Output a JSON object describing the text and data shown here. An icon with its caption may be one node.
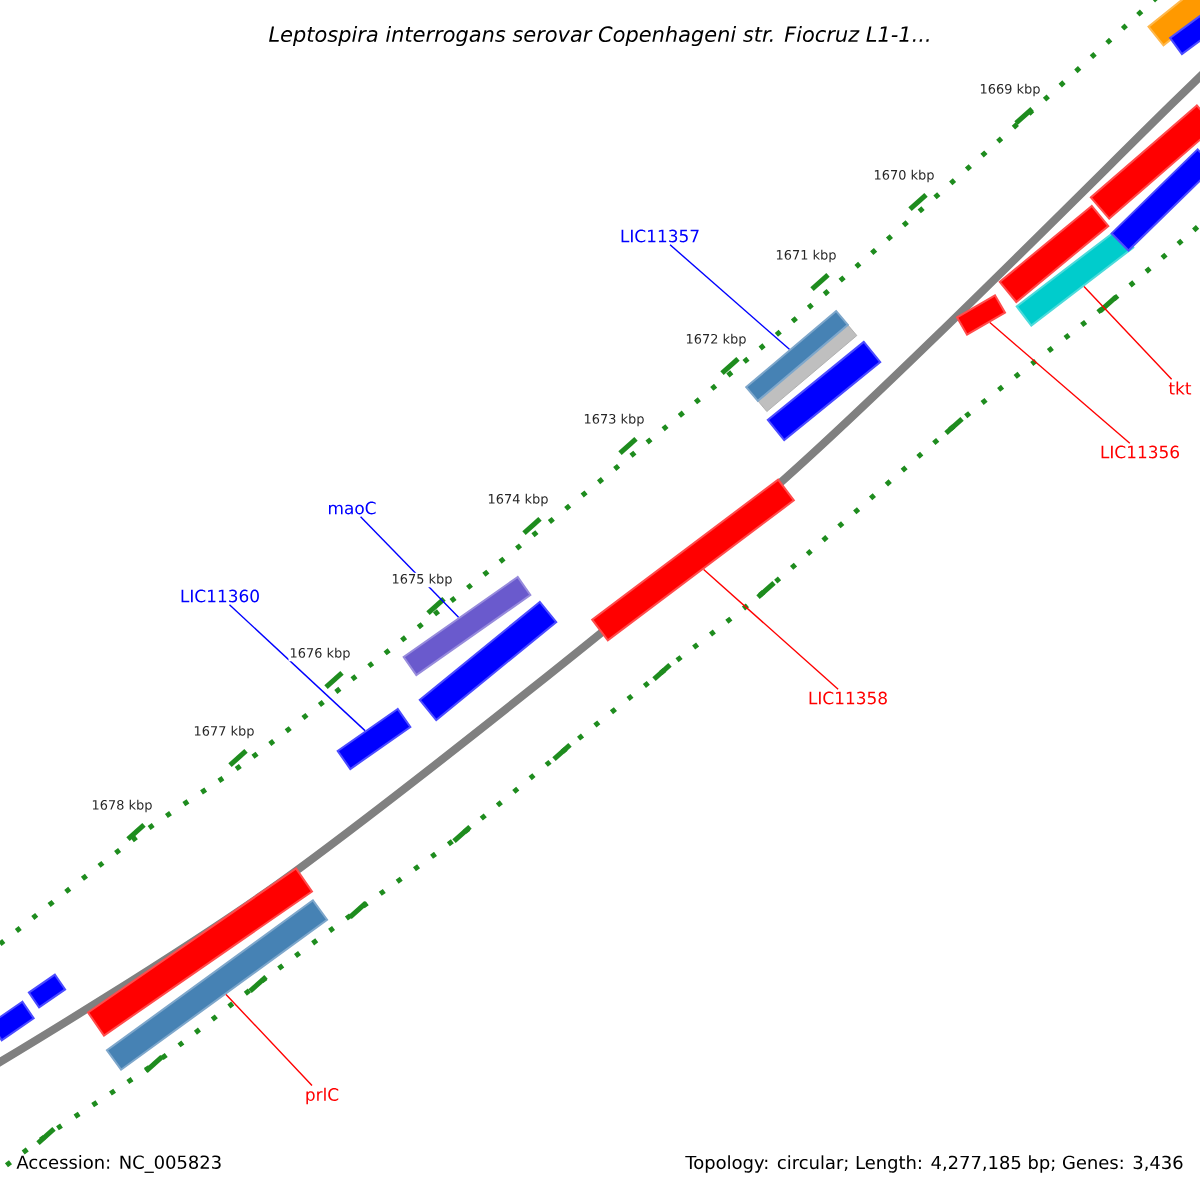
{
  "diagram": {
    "title": "Leptospira interrogans serovar Copenhageni str. Fiocruz L1-1...",
    "nodes": [
      {
        "text": [
          "LIC11357"
        ]
      },
      {
        "text": [],
        "shape": "bar"
      },
      {
        "text": [
          "maoC"
        ]
      },
      {
        "text": [],
        "shape": "bar"
      },
      {
        "text": [
          "LIC11360"
        ]
      },
      {
        "text": [],
        "shape": "bar"
      },
      {
        "text": [
          "tkt"
        ]
      },
      {
        "text": [],
        "shape": "bar"
      },
      {
        "text": [
          "LIC11356"
        ]
      },
      {
        "text": [],
        "shape": "bar"
      },
      {
        "text": [
          "LIC11358"
        ]
      },
      {
        "text": [],
        "shape": "bar"
      },
      {
        "text": [
          "prlC"
        ]
      },
      {
        "text": [],
        "shape": "bar"
      },
      {
        "text": [],
        "shape": "bar"
      },
      {
        "text": [],
        "shape": "bar"
      },
      {
        "text": [],
        "shape": "bar"
      },
      {
        "text": [],
        "shape": "bar"
      },
      {
        "text": [],
        "shape": "bar"
      },
      {
        "text": [],
        "shape": "bar"
      },
      {
        "text": [],
        "shape": "bar"
      },
      {
        "text": [],
        "shape": "bar"
      },
      {
        "text": [],
        "shape": "bar"
      },
      {
        "text": [],
        "shape": "bar"
      }
    ],
    "edges": [
      {
        "from": 0,
        "to": 1,
        "arrow": "none",
        "color": "#0000ff"
      },
      {
        "from": 2,
        "to": 3,
        "arrow": "none",
        "color": "#0000ff"
      },
      {
        "from": 4,
        "to": 5,
        "arrow": "none",
        "color": "#0000ff"
      },
      {
        "from": 6,
        "to": 7,
        "arrow": "none"
      },
      {
        "from": 8,
        "to": 9,
        "arrow": "none"
      },
      {
        "from": 10,
        "to": 11,
        "arrow": "none"
      },
      {
        "from": 12,
        "to": 13,
        "arrow": "none"
      }
    ],
    "labels": [
      "1669 kbp",
      "1670 kbp",
      "1671 kbp",
      "1672 kbp",
      "1673 kbp",
      "1674 kbp",
      "1675 kbp",
      "1676 kbp",
      "1677 kbp",
      "1678 kbp",
      "Accession: NC_005823",
      "Topology: circular; Length: 4,277,185 bp; Genes: 3,436"
    ]
  }
}
